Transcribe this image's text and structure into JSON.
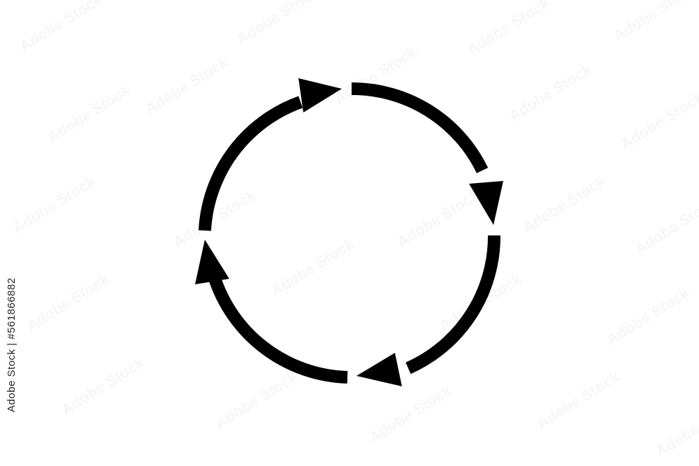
{
  "diagram": {
    "type": "cycle",
    "arrow_count": 4,
    "direction": "clockwise",
    "stroke_color": "#000000",
    "background_color": "#ffffff"
  },
  "watermark": {
    "text": "Adobe Stock | #561866882",
    "pattern_glyph": "adobe-stock-watermark"
  }
}
